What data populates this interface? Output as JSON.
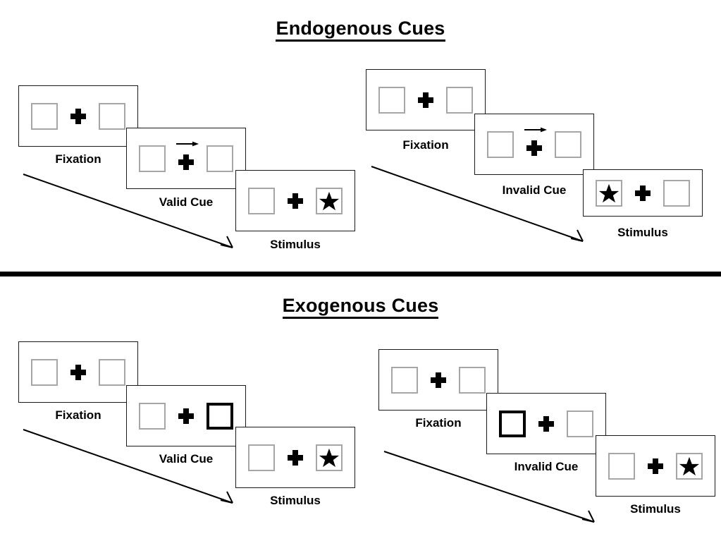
{
  "sections": [
    {
      "id": "endogenous",
      "title": "Endogenous Cues",
      "sequences": [
        {
          "id": "endogenous-valid",
          "panels": [
            {
              "label": "Fixation",
              "cue_type": "none",
              "cue_side": "none",
              "left_content": "empty",
              "right_content": "empty"
            },
            {
              "label": "Valid Cue",
              "cue_type": "arrow",
              "cue_side": "right",
              "left_content": "empty",
              "right_content": "empty"
            },
            {
              "label": "Stimulus",
              "cue_type": "none",
              "cue_side": "none",
              "left_content": "empty",
              "right_content": "star"
            }
          ]
        },
        {
          "id": "endogenous-invalid",
          "panels": [
            {
              "label": "Fixation",
              "cue_type": "none",
              "cue_side": "none",
              "left_content": "empty",
              "right_content": "empty"
            },
            {
              "label": "Invalid Cue",
              "cue_type": "arrow",
              "cue_side": "right",
              "left_content": "empty",
              "right_content": "empty"
            },
            {
              "label": "Stimulus",
              "cue_type": "none",
              "cue_side": "none",
              "left_content": "star",
              "right_content": "empty"
            }
          ]
        }
      ]
    },
    {
      "id": "exogenous",
      "title": "Exogenous Cues",
      "sequences": [
        {
          "id": "exogenous-valid",
          "panels": [
            {
              "label": "Fixation",
              "cue_type": "none",
              "cue_side": "none",
              "left_content": "empty",
              "right_content": "empty"
            },
            {
              "label": "Valid Cue",
              "cue_type": "highlight",
              "cue_side": "right",
              "left_content": "empty",
              "right_content": "empty"
            },
            {
              "label": "Stimulus",
              "cue_type": "none",
              "cue_side": "none",
              "left_content": "empty",
              "right_content": "star"
            }
          ]
        },
        {
          "id": "exogenous-invalid",
          "panels": [
            {
              "label": "Fixation",
              "cue_type": "none",
              "cue_side": "none",
              "left_content": "empty",
              "right_content": "empty"
            },
            {
              "label": "Invalid Cue",
              "cue_type": "highlight",
              "cue_side": "left",
              "left_content": "empty",
              "right_content": "empty"
            },
            {
              "label": "Stimulus",
              "cue_type": "none",
              "cue_side": "none",
              "left_content": "empty",
              "right_content": "star"
            }
          ]
        }
      ]
    }
  ],
  "colors": {
    "ink": "#000000",
    "panel_border": "#1a1a1a",
    "box_border": "#a6a6a6",
    "cued_box_border": "#000000",
    "background": "#ffffff"
  }
}
